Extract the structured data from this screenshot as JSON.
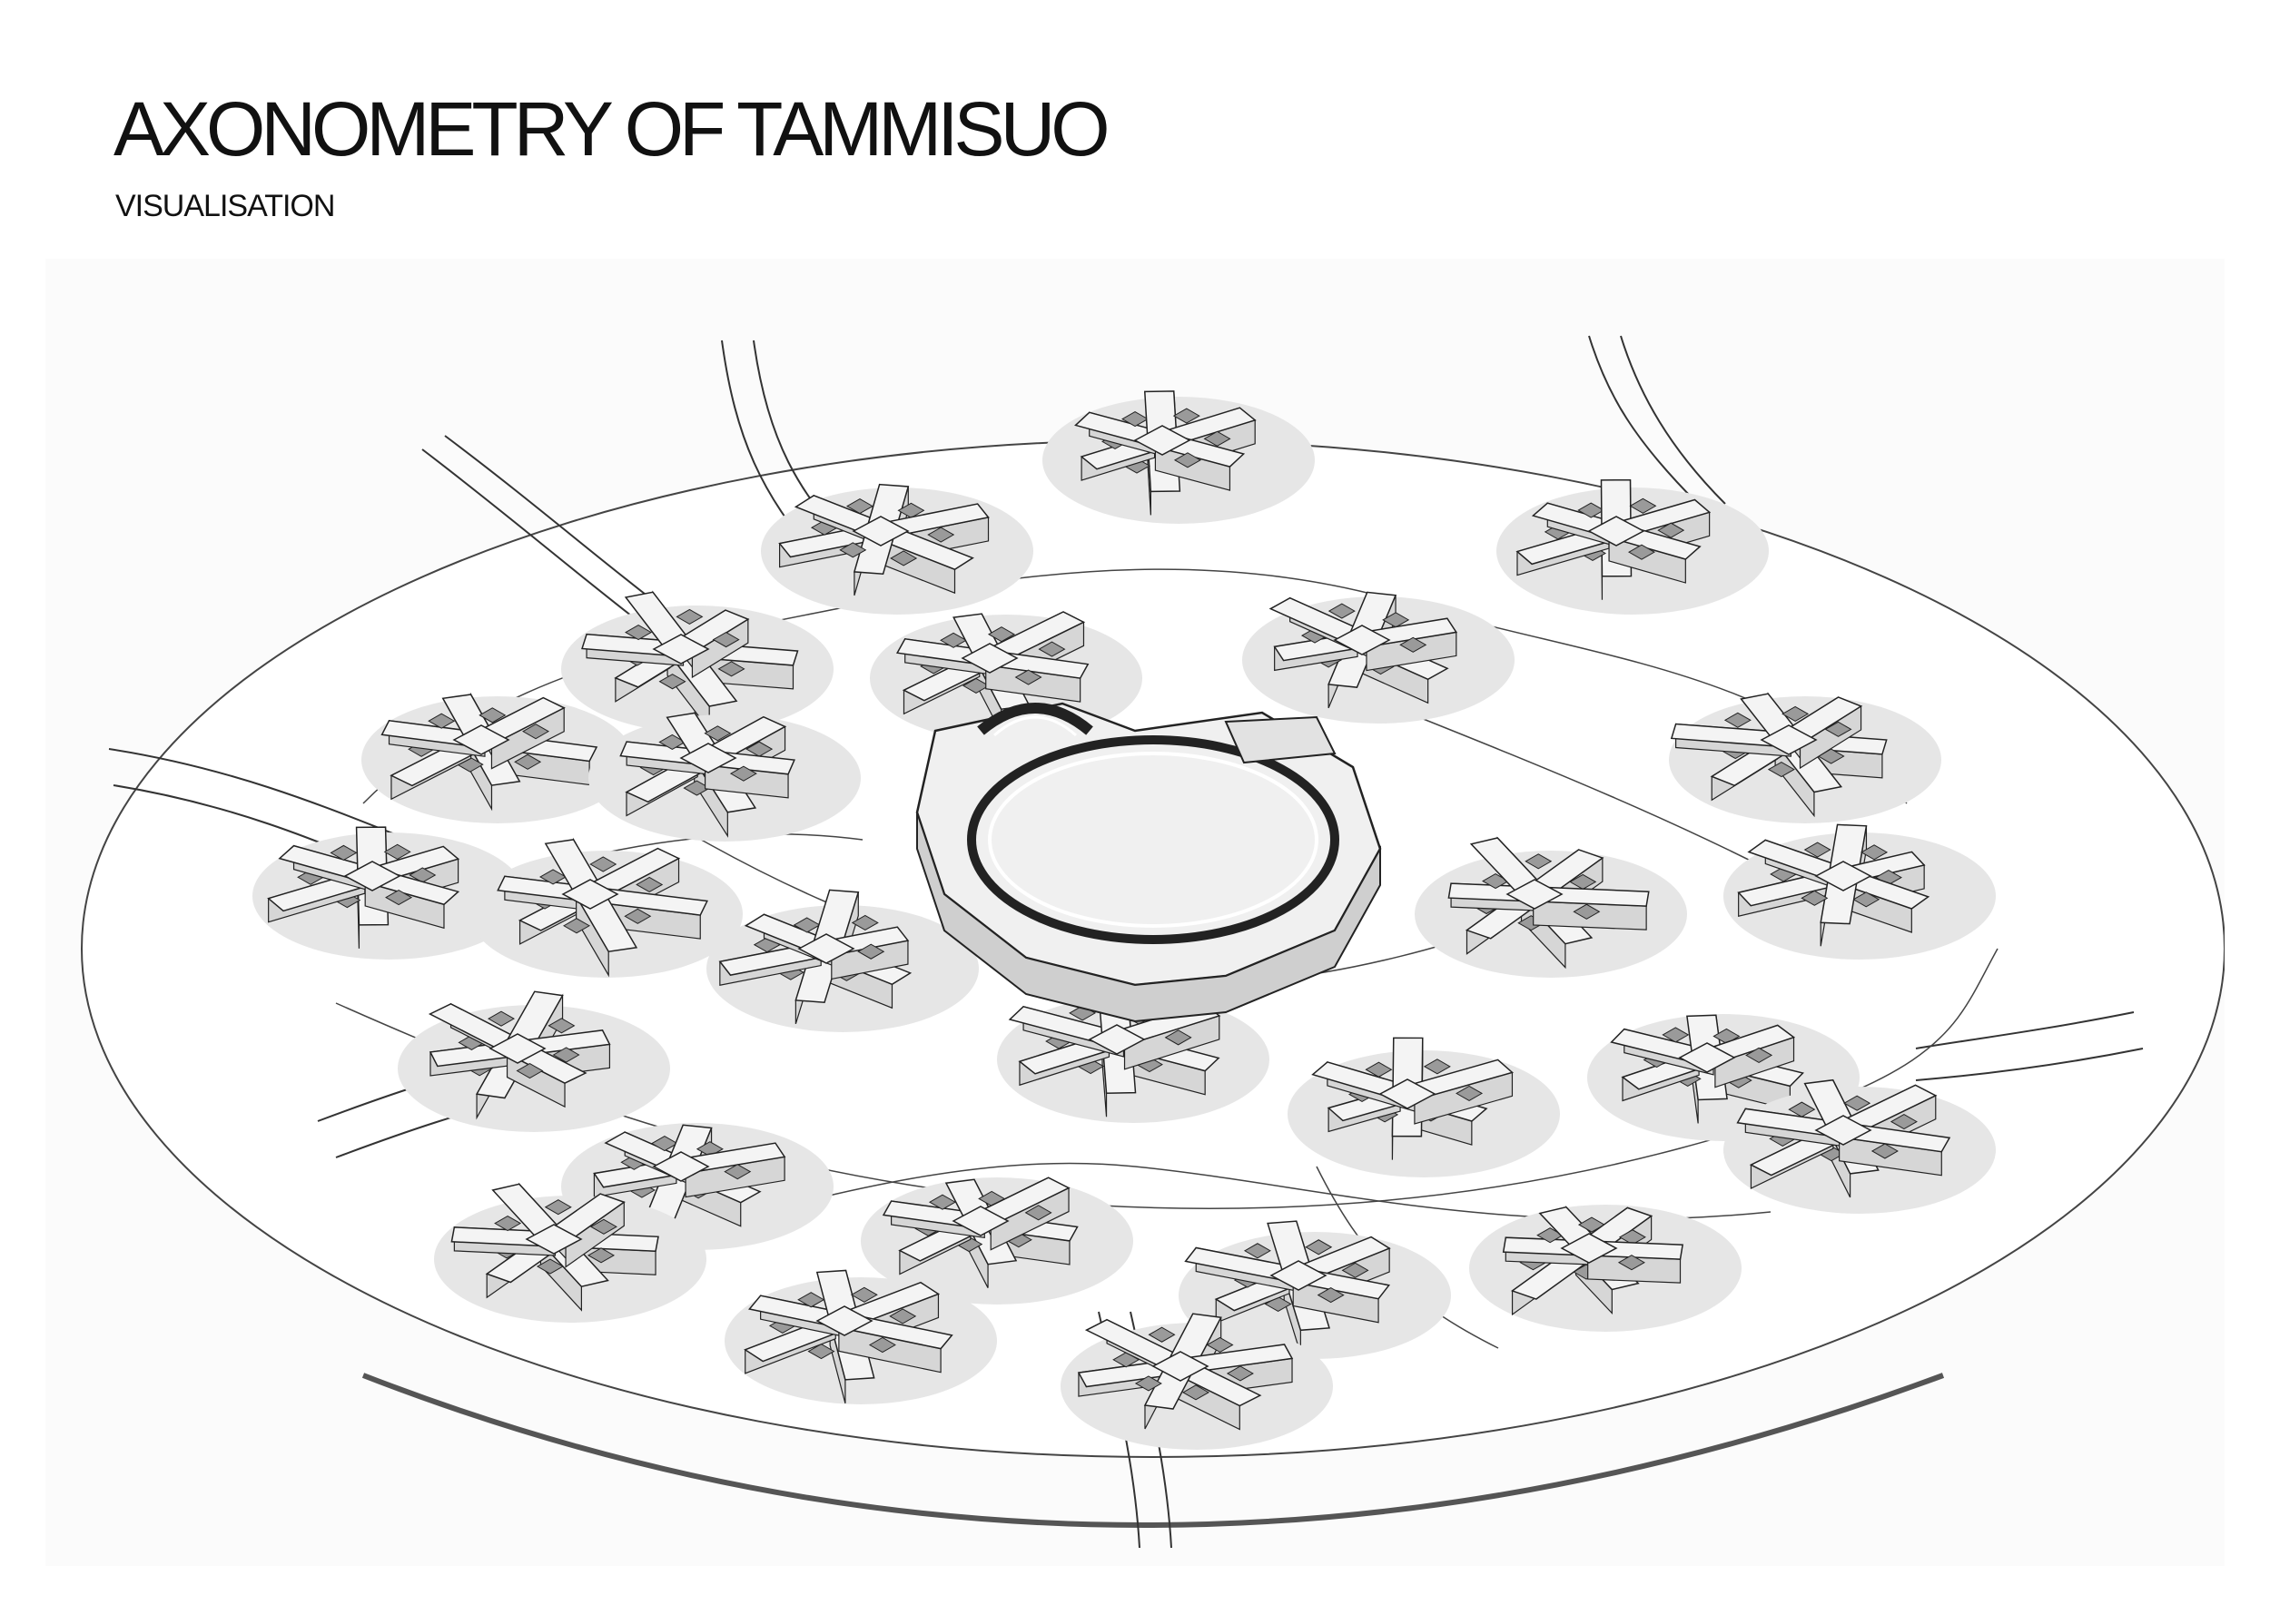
{
  "header": {
    "title": "AXONOMETRY OF TAMMISUO",
    "subtitle": "VISUALISATION"
  },
  "drawing": {
    "style": "black line axonometric drawing on white",
    "line_color": "#222222",
    "fill_roof": "#f4f4f4",
    "fill_wall": "#d6d6d6",
    "fill_shadow": "#9a9a9a"
  }
}
